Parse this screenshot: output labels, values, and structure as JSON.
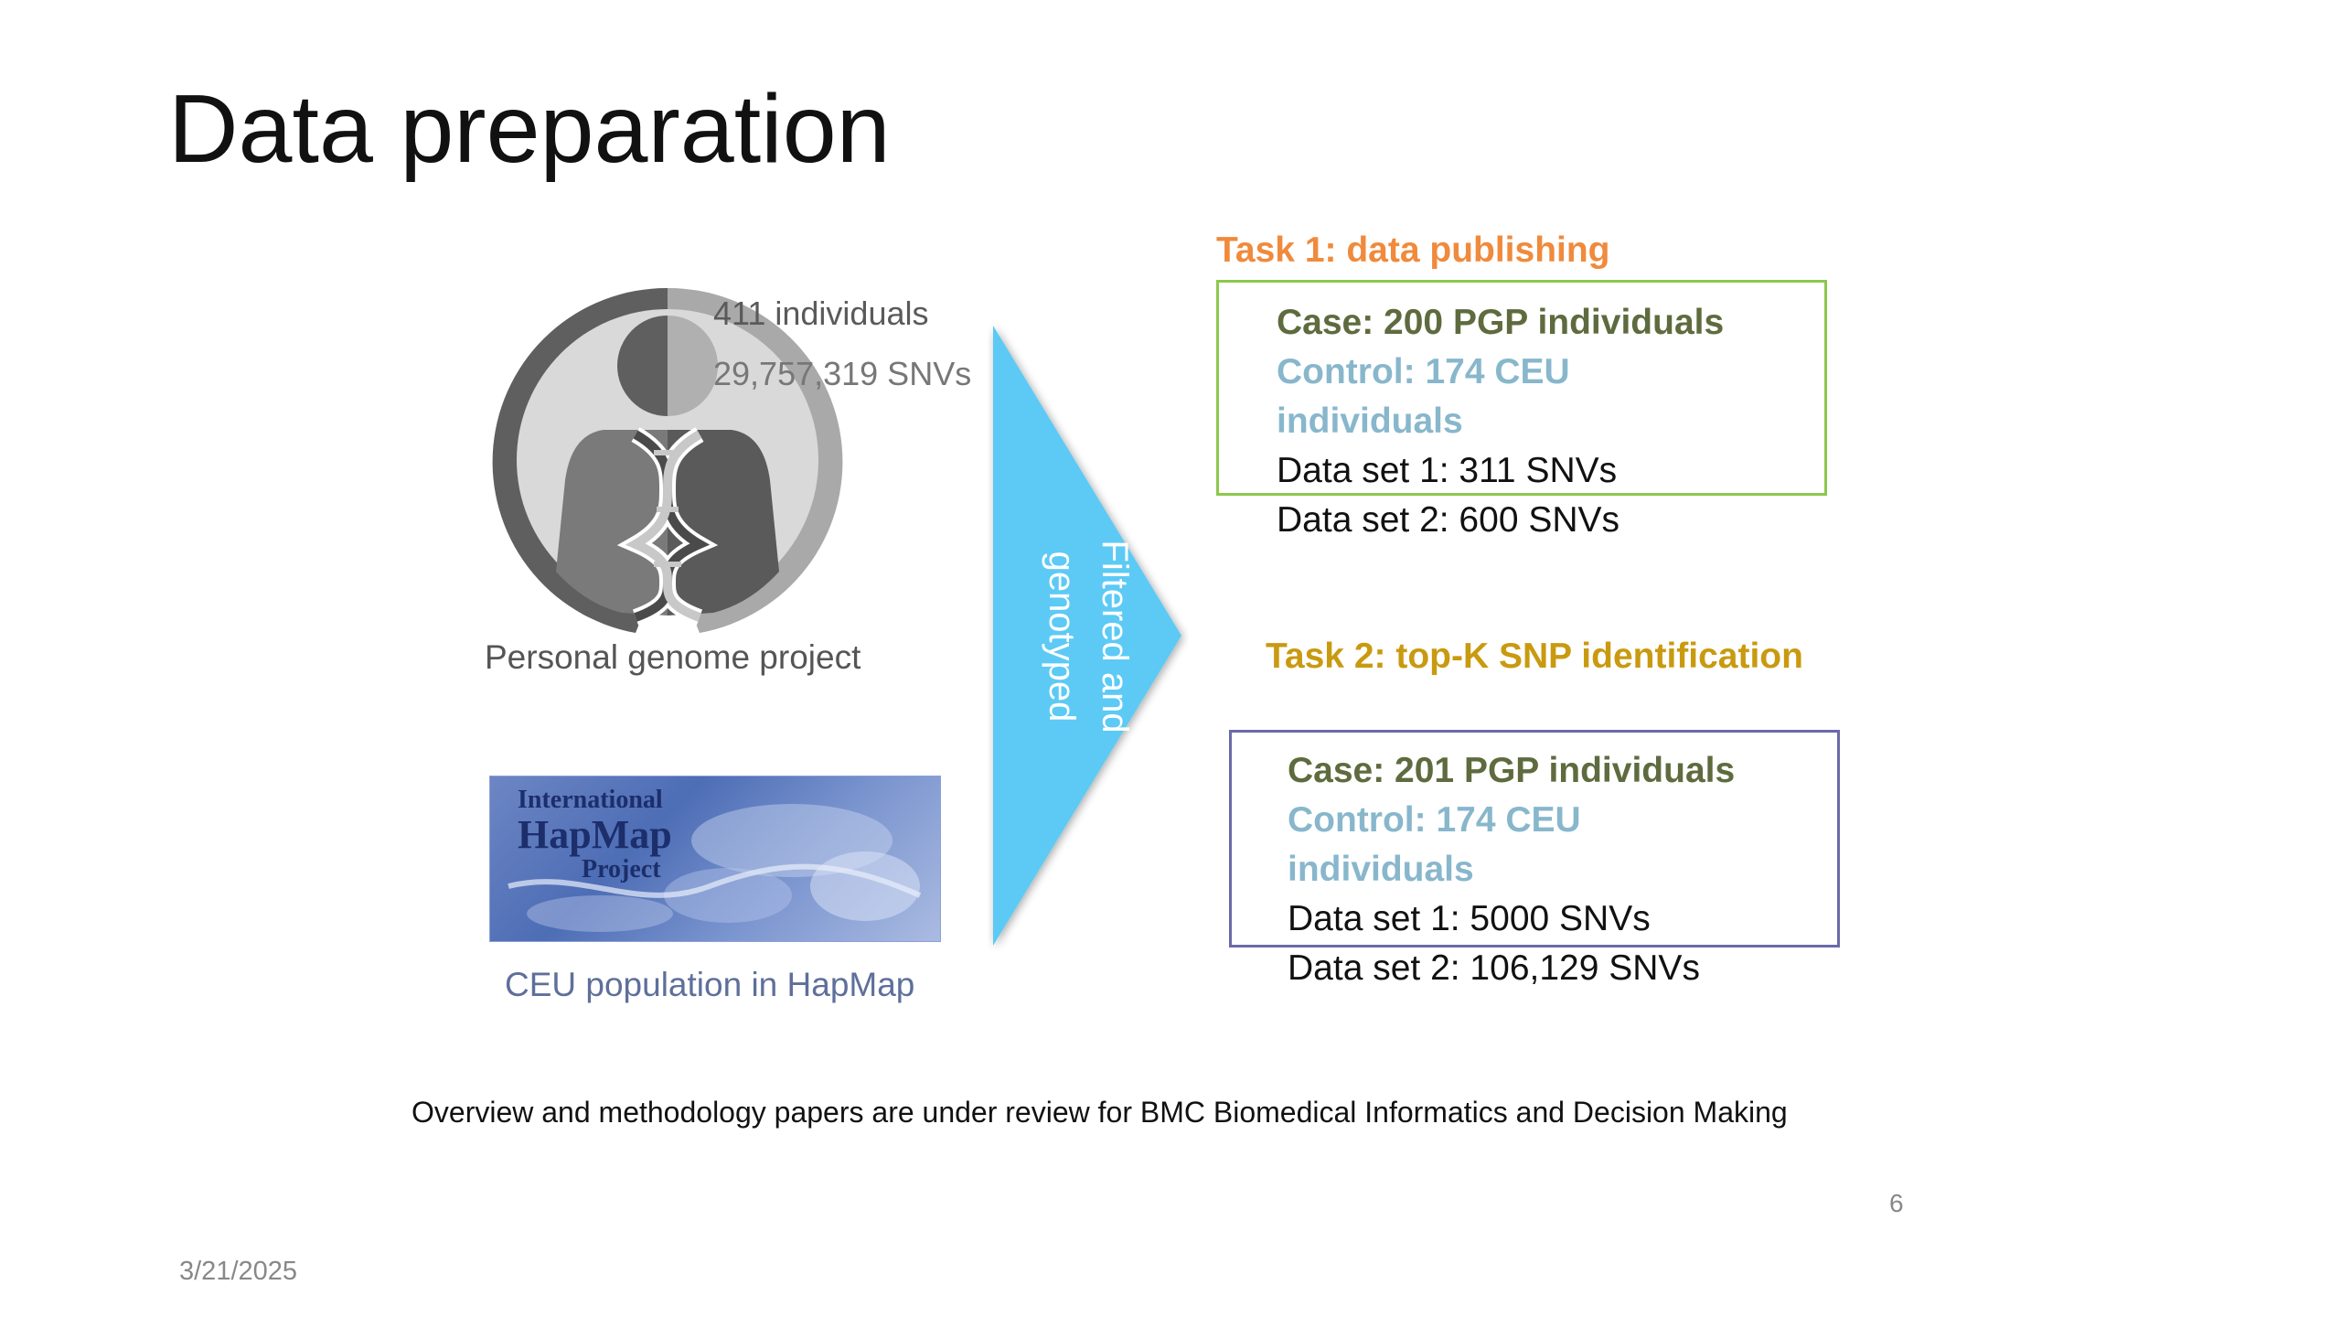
{
  "slide": {
    "title": "Data preparation",
    "pgp": {
      "stat_individuals": "411 individuals",
      "stat_snvs": "29,757,319 SNVs",
      "label": "Personal genome project"
    },
    "hapmap": {
      "logo_line1": "International",
      "logo_line2": "HapMap",
      "logo_line3": "Project",
      "label": "CEU population in HapMap"
    },
    "arrow": {
      "line1": "Filtered and",
      "line2": "genotyped"
    },
    "task1": {
      "title": "Task 1: data publishing",
      "case": "Case: 200 PGP individuals",
      "control_line1": "Control: 174 CEU",
      "control_line2": "individuals",
      "dataset1": "Data set 1: 311 SNVs",
      "dataset2": "Data set 2: 600 SNVs"
    },
    "task2": {
      "title": "Task 2: top-K SNP identification",
      "case": "Case: 201 PGP individuals",
      "control_line1": "Control: 174 CEU",
      "control_line2": "individuals",
      "dataset1": "Data set 1: 5000 SNVs",
      "dataset2": "Data set 2: 106,129 SNVs"
    },
    "footnote": "Overview and methodology papers are under review for BMC Biomedical Informatics and Decision Making",
    "page_number": "6",
    "date": "3/21/2025"
  },
  "colors": {
    "task1_title": "#f08a3c",
    "task1_border": "#8cc84b",
    "task2_title": "#c99a10",
    "task2_border": "#6a6aa8",
    "case_text": "#5e6b3e",
    "control_text": "#88b7cc",
    "arrow_fill": "#5ccaf5"
  },
  "icons": {
    "person": "person-dna-icon",
    "hapmap": "hapmap-logo-icon",
    "arrow": "right-arrow-shape"
  }
}
